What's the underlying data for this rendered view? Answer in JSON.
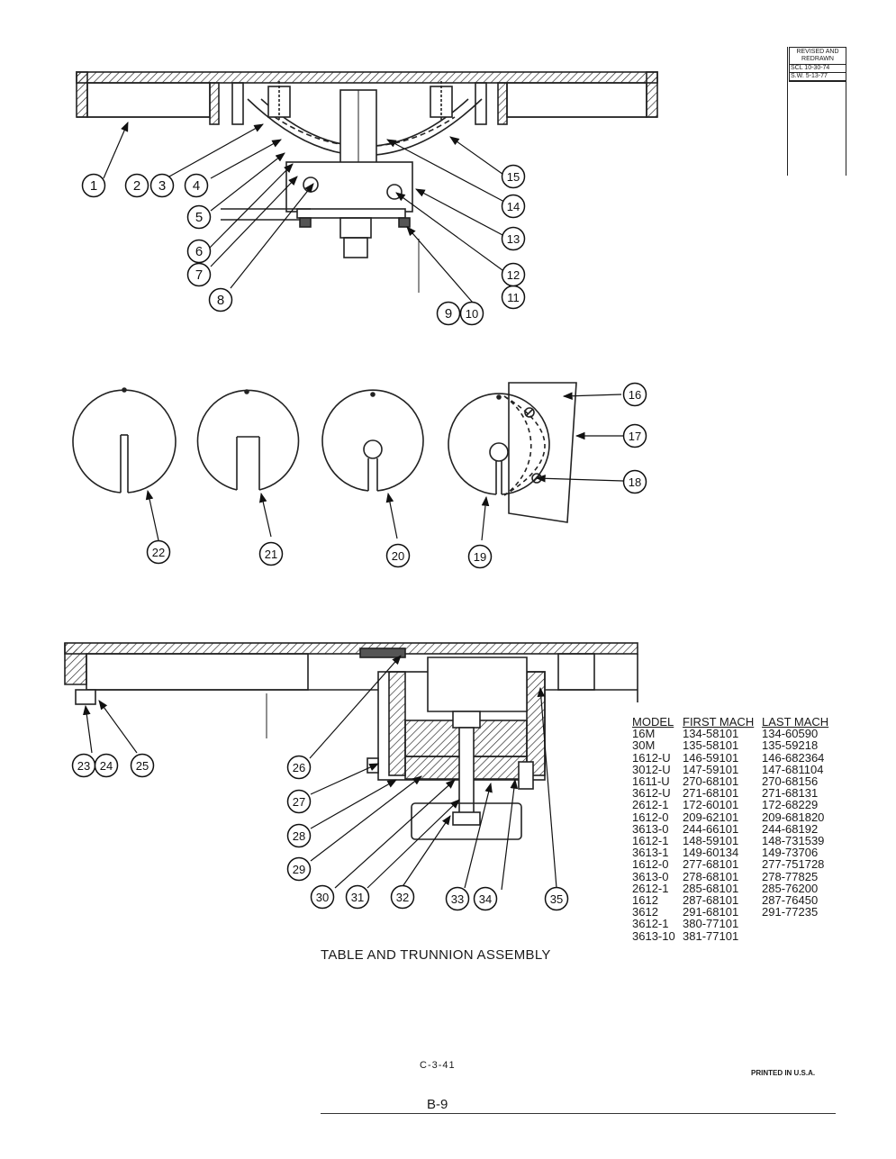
{
  "revision": {
    "header": "REVISED AND REDRAWN",
    "rows": [
      "SCL 10-30-74",
      "S.W. 5-13-77"
    ]
  },
  "callouts": [
    "1",
    "2",
    "3",
    "4",
    "5",
    "6",
    "7",
    "8",
    "9",
    "10",
    "11",
    "12",
    "13",
    "14",
    "15",
    "16",
    "17",
    "18",
    "19",
    "20",
    "21",
    "22",
    "23",
    "24",
    "25",
    "26",
    "27",
    "28",
    "29",
    "30",
    "31",
    "32",
    "33",
    "34",
    "35"
  ],
  "model_table": {
    "headers": [
      "MODEL",
      "FIRST MACH",
      "LAST MACH"
    ],
    "model": [
      "16M",
      "30M",
      "1612-U",
      "3012-U",
      "1611-U",
      "3612-U",
      "2612-1",
      "1612-0",
      "3613-0",
      "1612-1",
      "3613-1",
      "1612-0",
      "3613-0",
      "2612-1",
      "1612",
      "3612",
      "3612-1",
      "3613-10"
    ],
    "first": [
      "134-58101",
      "135-58101",
      "146-59101",
      "147-59101",
      "270-68101",
      "271-68101",
      "172-60101",
      "209-62101",
      "244-66101",
      "148-59101",
      "149-60134",
      "277-68101",
      "278-68101",
      "285-68101",
      "287-68101",
      "291-68101",
      "380-77101",
      "381-77101"
    ],
    "last": [
      "134-60590",
      "135-59218",
      "146-682364",
      "147-681104",
      "270-68156",
      "271-68131",
      "172-68229",
      "209-681820",
      "244-68192",
      "148-731539",
      "149-73706",
      "277-751728",
      "278-77825",
      "285-76200",
      "287-76450",
      "291-77235"
    ]
  },
  "caption": "TABLE AND TRUNNION ASSEMBLY",
  "sheet_code": "C-3-41",
  "printed": "PRINTED IN U.S.A.",
  "page_number": "B-9"
}
